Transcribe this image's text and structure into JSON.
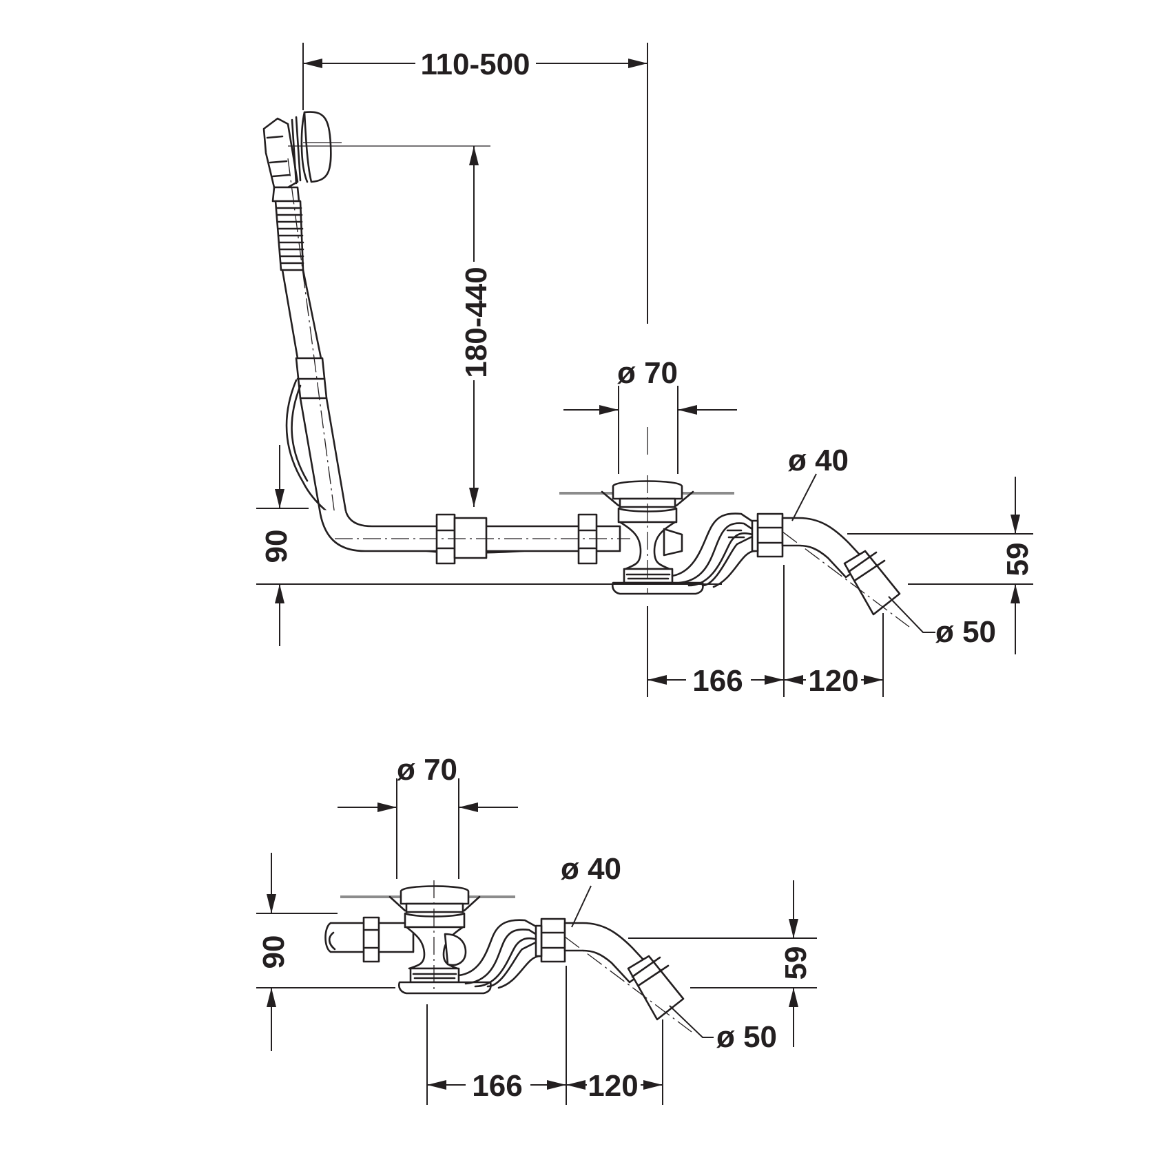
{
  "top_view": {
    "dim_width_range": "110-500",
    "dim_height_range": "180-440",
    "dim_drain_diameter": "ø 70",
    "dim_waste_pipe_diameter": "ø 40",
    "dim_outlet_diameter": "ø 50",
    "dim_trap_height": "90",
    "dim_outlet_height": "59",
    "dim_drain_to_bend": "166",
    "dim_bend_to_outlet": "120"
  },
  "bottom_view": {
    "dim_drain_diameter": "ø 70",
    "dim_waste_pipe_diameter": "ø 40",
    "dim_outlet_diameter": "ø 50",
    "dim_trap_height": "90",
    "dim_outlet_height": "59",
    "dim_drain_to_bend": "166",
    "dim_bend_to_outlet": "120"
  },
  "colors": {
    "line": "#231f20",
    "tub_floor": "#8c8c8c"
  }
}
